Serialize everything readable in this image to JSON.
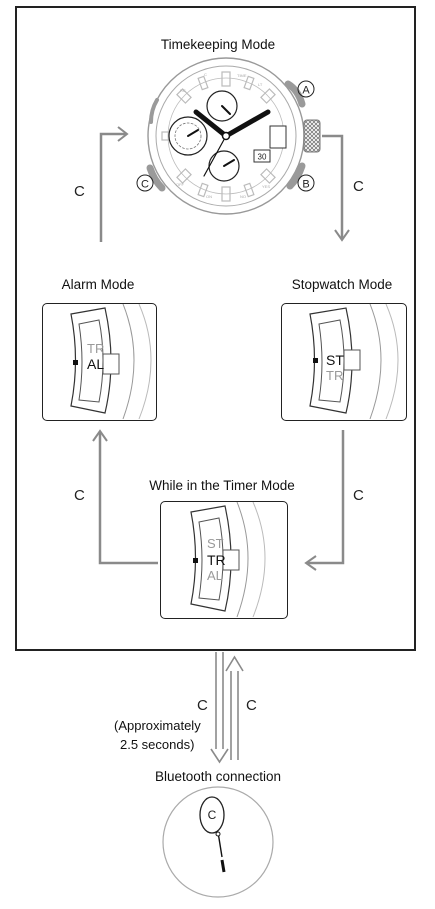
{
  "title_timekeeping": "Timekeeping Mode",
  "label_alarm_mode": "Alarm Mode",
  "label_stopwatch_mode": "Stopwatch Mode",
  "label_timer_mode": "While in the Timer Mode",
  "label_bluetooth": "Bluetooth connection",
  "button_a": "A",
  "button_b": "B",
  "button_c": "C",
  "press_c": "C",
  "hold_line1": "(Approximately",
  "hold_line2": "2.5 seconds)",
  "alarm_panel": {
    "top": "TR",
    "mid": "AL"
  },
  "stopwatch_panel": {
    "mid": "ST",
    "bottom": "TR"
  },
  "timer_panel": {
    "top": "ST",
    "mid": "TR",
    "bottom": "AL"
  },
  "watch_date": "30",
  "bt_hand_label": "C",
  "colors": {
    "arrow": "#8a8a8a",
    "dim_text": "#9a9a9a",
    "pusher": "#9a9a9a"
  }
}
